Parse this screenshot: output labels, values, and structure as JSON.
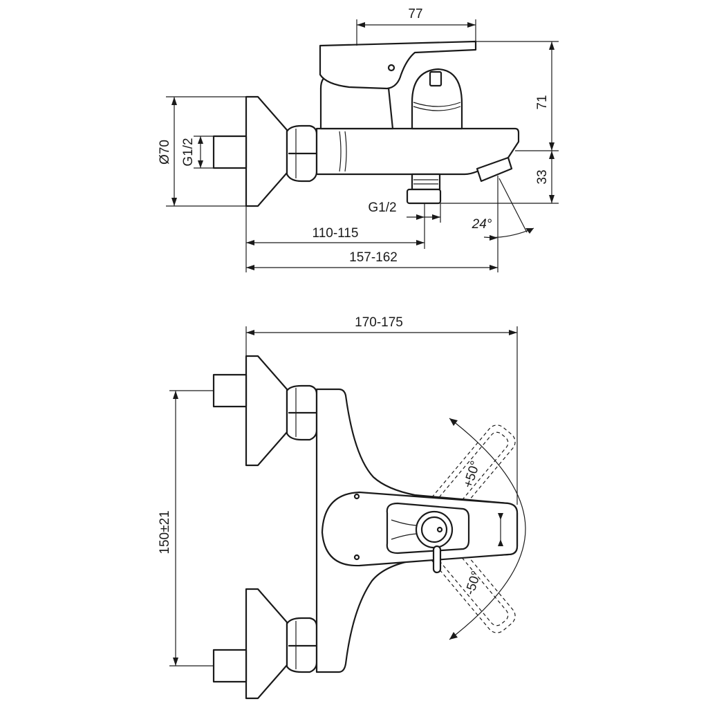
{
  "side_view": {
    "dims": {
      "top_width": "77",
      "height_upper": "71",
      "height_lower": "33",
      "flange_diameter": "Ø70",
      "inlet_thread": "G1/2",
      "outlet_thread": "G1/2",
      "angle": "24°",
      "depth_inner": "110-115",
      "depth_outer": "157-162"
    }
  },
  "front_view": {
    "dims": {
      "overall_width": "170-175",
      "centers": "150±21",
      "rotation_plus": "+50°",
      "rotation_minus": "-50°"
    }
  }
}
